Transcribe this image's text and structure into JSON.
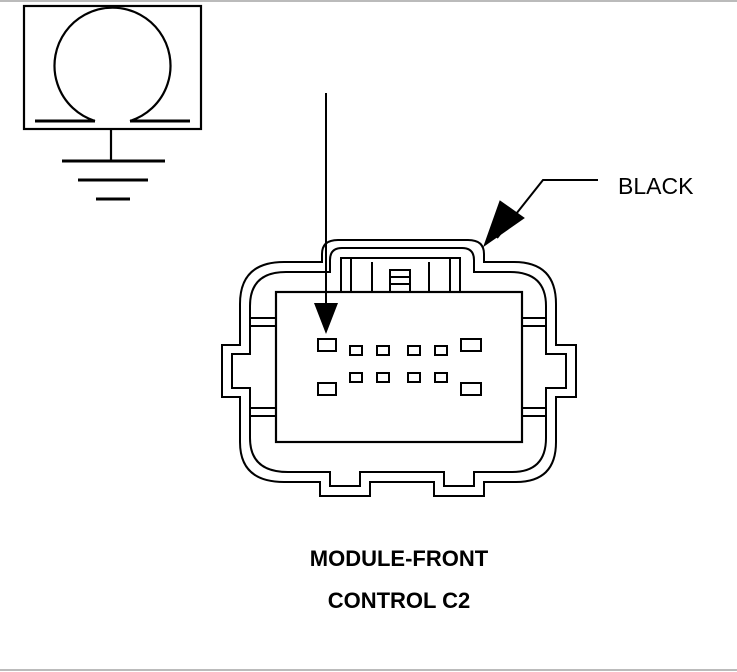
{
  "diagram": {
    "connector_color_label": "BLACK",
    "caption": {
      "line1": "MODULE-FRONT",
      "line2": "CONTROL C2"
    }
  },
  "icons": {
    "ground_symbol": "ground-icon",
    "connector_view": "connector-face-icon"
  },
  "colors": {
    "line": "#000000",
    "background": "#ffffff"
  }
}
